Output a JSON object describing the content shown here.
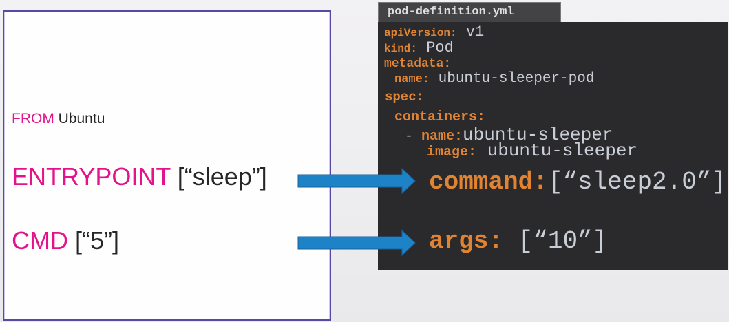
{
  "dockerfile": {
    "lines": [
      {
        "keyword": "FROM",
        "rest": " Ubuntu"
      },
      {
        "keyword": "ENTRYPOINT",
        "rest": " [“sleep”]"
      },
      {
        "keyword": "CMD",
        "rest": " [“5”]"
      }
    ]
  },
  "yaml": {
    "tab_title": "pod-definition.yml",
    "lines": [
      {
        "key": "apiVersion:",
        "value": " v1"
      },
      {
        "key": "kind:",
        "value": " Pod"
      },
      {
        "key": "metadata:",
        "value": ""
      },
      {
        "key": "name:",
        "value": " ubuntu-sleeper-pod"
      },
      {
        "key": "spec:",
        "value": ""
      },
      {
        "key": "containers:",
        "value": ""
      },
      {
        "dash": "- ",
        "key": "name:",
        "value": "ubuntu-sleeper"
      },
      {
        "key": "image:",
        "value": " ubuntu-sleeper"
      },
      {
        "key": "command:",
        "value": "[“sleep2.0”]"
      },
      {
        "key": "args:",
        "value": " [“10”]"
      }
    ]
  },
  "icons": {
    "arrow_entrypoint": "right-arrow",
    "arrow_cmd": "right-arrow"
  },
  "colors": {
    "keyword_magenta": "#e5138b",
    "yaml_key_orange": "#e08433",
    "yaml_value_gray": "#c8cdd6",
    "panel_bg": "#2a2a2c",
    "tab_bg": "#434345",
    "arrow_blue": "#1e82c6",
    "card_border_purple": "#5a48a4"
  }
}
